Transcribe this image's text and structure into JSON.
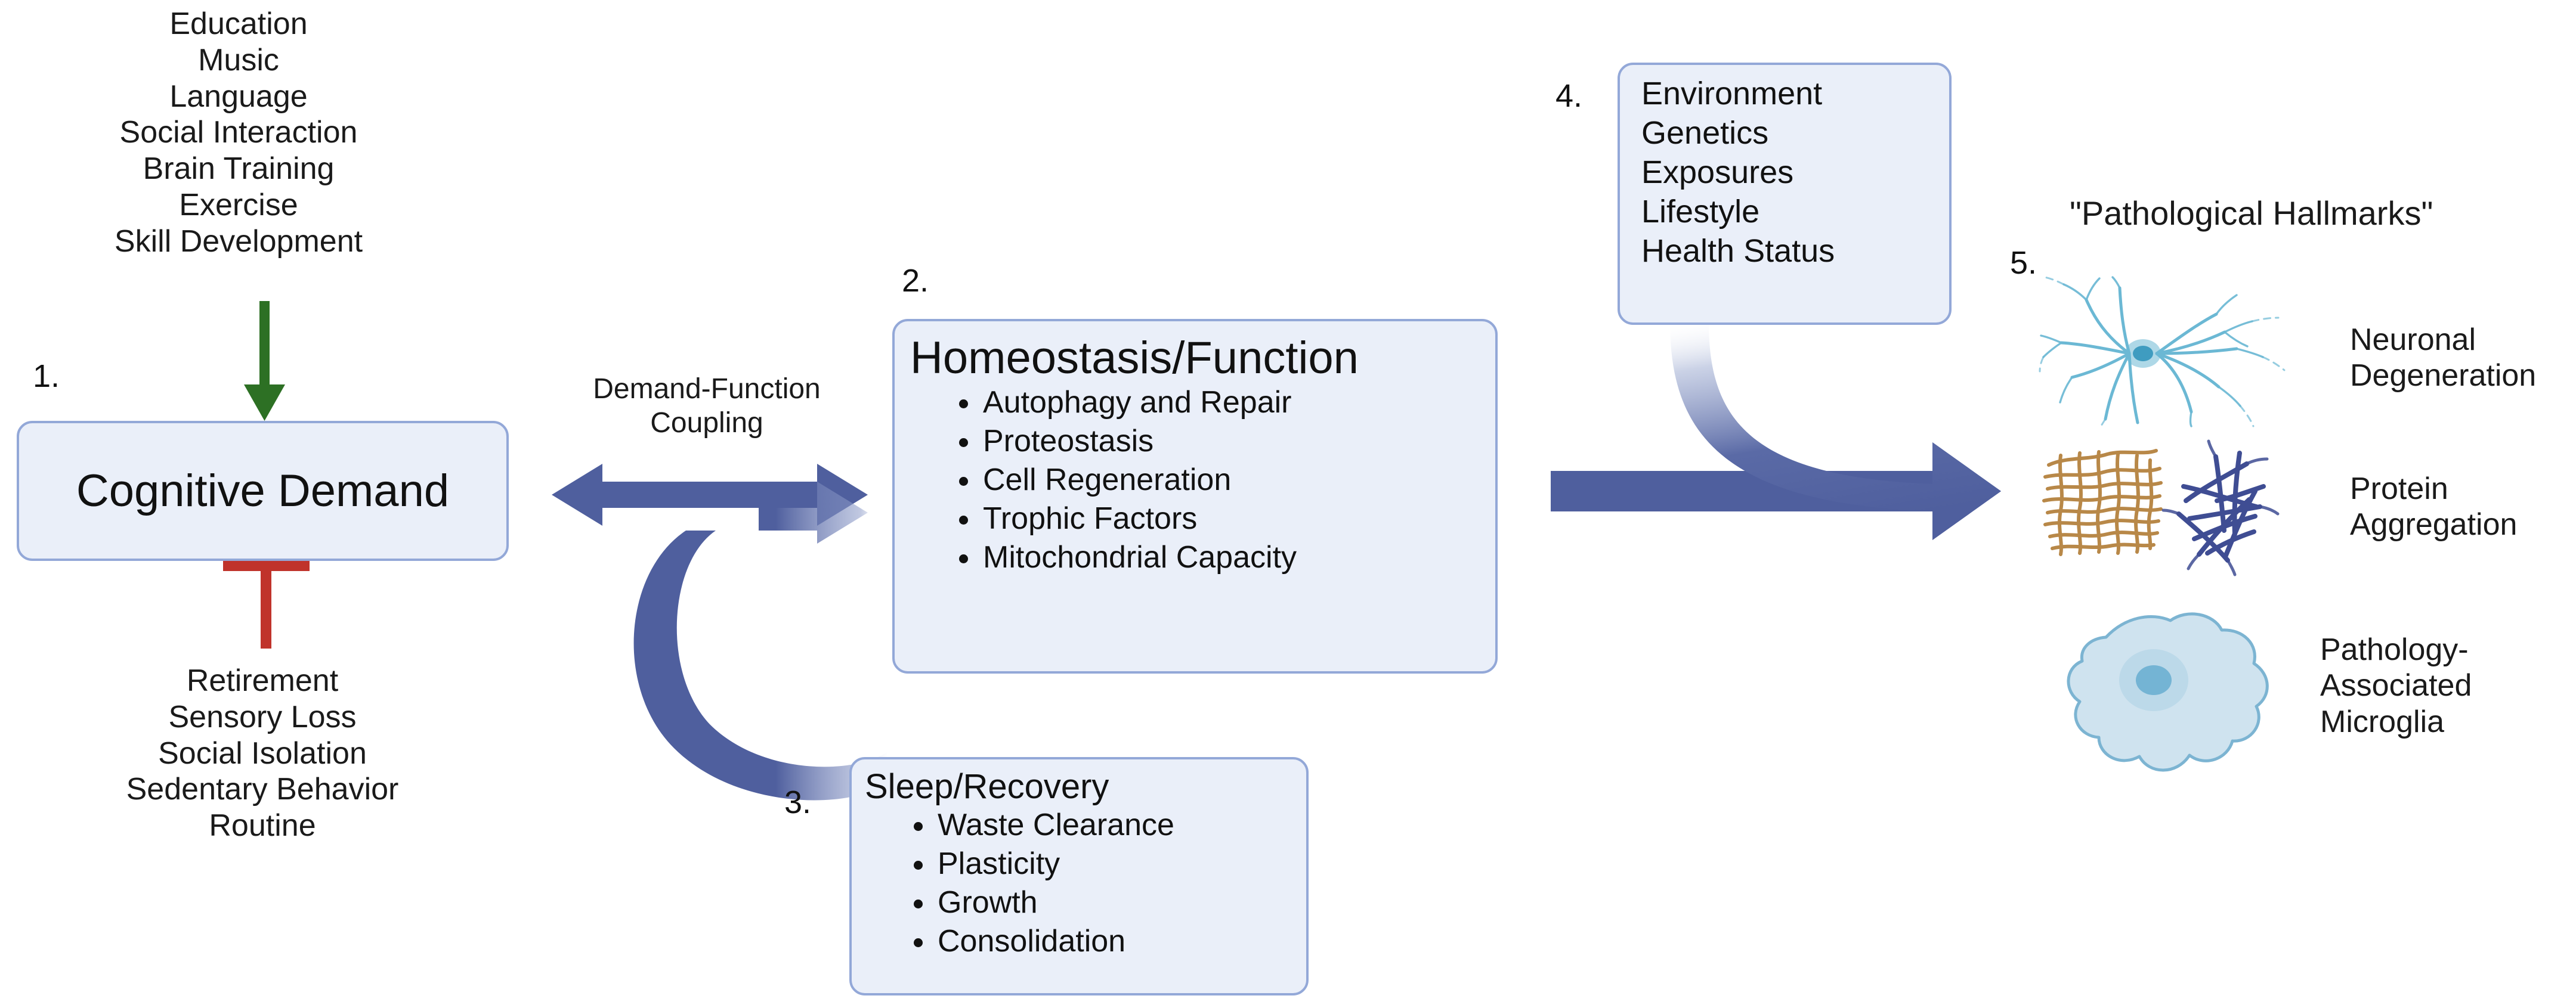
{
  "colors": {
    "box_fill": "#eaeff9",
    "box_border": "#93a8d8",
    "arrow_blue": "#4f5f9e",
    "arrow_green": "#2d7024",
    "inhibitor_red": "#c0332b",
    "neuron_blue": "#6bb8d4",
    "amyloid_brown": "#b5823f",
    "tau_navy": "#3f4d93",
    "microglia_fill": "#cfe3ef"
  },
  "top_drivers": {
    "name": "cognitive-demand-enhancers",
    "items": [
      "Education",
      "Music",
      "Language",
      "Social Interaction",
      "Brain Training",
      "Exercise",
      "Skill Development"
    ]
  },
  "bottom_drivers": {
    "name": "cognitive-demand-suppressors",
    "items": [
      "Retirement",
      "Sensory Loss",
      "Social Isolation",
      "Sedentary Behavior",
      "Routine"
    ]
  },
  "step1": {
    "number": "1.",
    "title": "Cognitive Demand"
  },
  "coupling": {
    "line1": "Demand-Function",
    "line2": "Coupling"
  },
  "step2": {
    "number": "2.",
    "title": "Homeostasis/Function",
    "items": [
      "Autophagy and Repair",
      "Proteostasis",
      "Cell Regeneration",
      "Trophic Factors",
      "Mitochondrial Capacity"
    ]
  },
  "step3": {
    "number": "3.",
    "title": "Sleep/Recovery",
    "items": [
      "Waste Clearance",
      "Plasticity",
      "Growth",
      "Consolidation"
    ]
  },
  "step4": {
    "number": "4.",
    "items": [
      "Environment",
      "Genetics",
      "Exposures",
      "Lifestyle",
      "Health Status"
    ]
  },
  "step5": {
    "number": "5.",
    "title": "\"Pathological Hallmarks\"",
    "hallmarks": [
      {
        "icon": "neuron-icon",
        "label_lines": [
          "Neuronal",
          "Degeneration"
        ]
      },
      {
        "icon": "protein-aggregate-icon",
        "label_lines": [
          "Protein",
          "Aggregation"
        ]
      },
      {
        "icon": "microglia-icon",
        "label_lines": [
          "Pathology-",
          "Associated",
          "Microglia"
        ]
      }
    ]
  }
}
